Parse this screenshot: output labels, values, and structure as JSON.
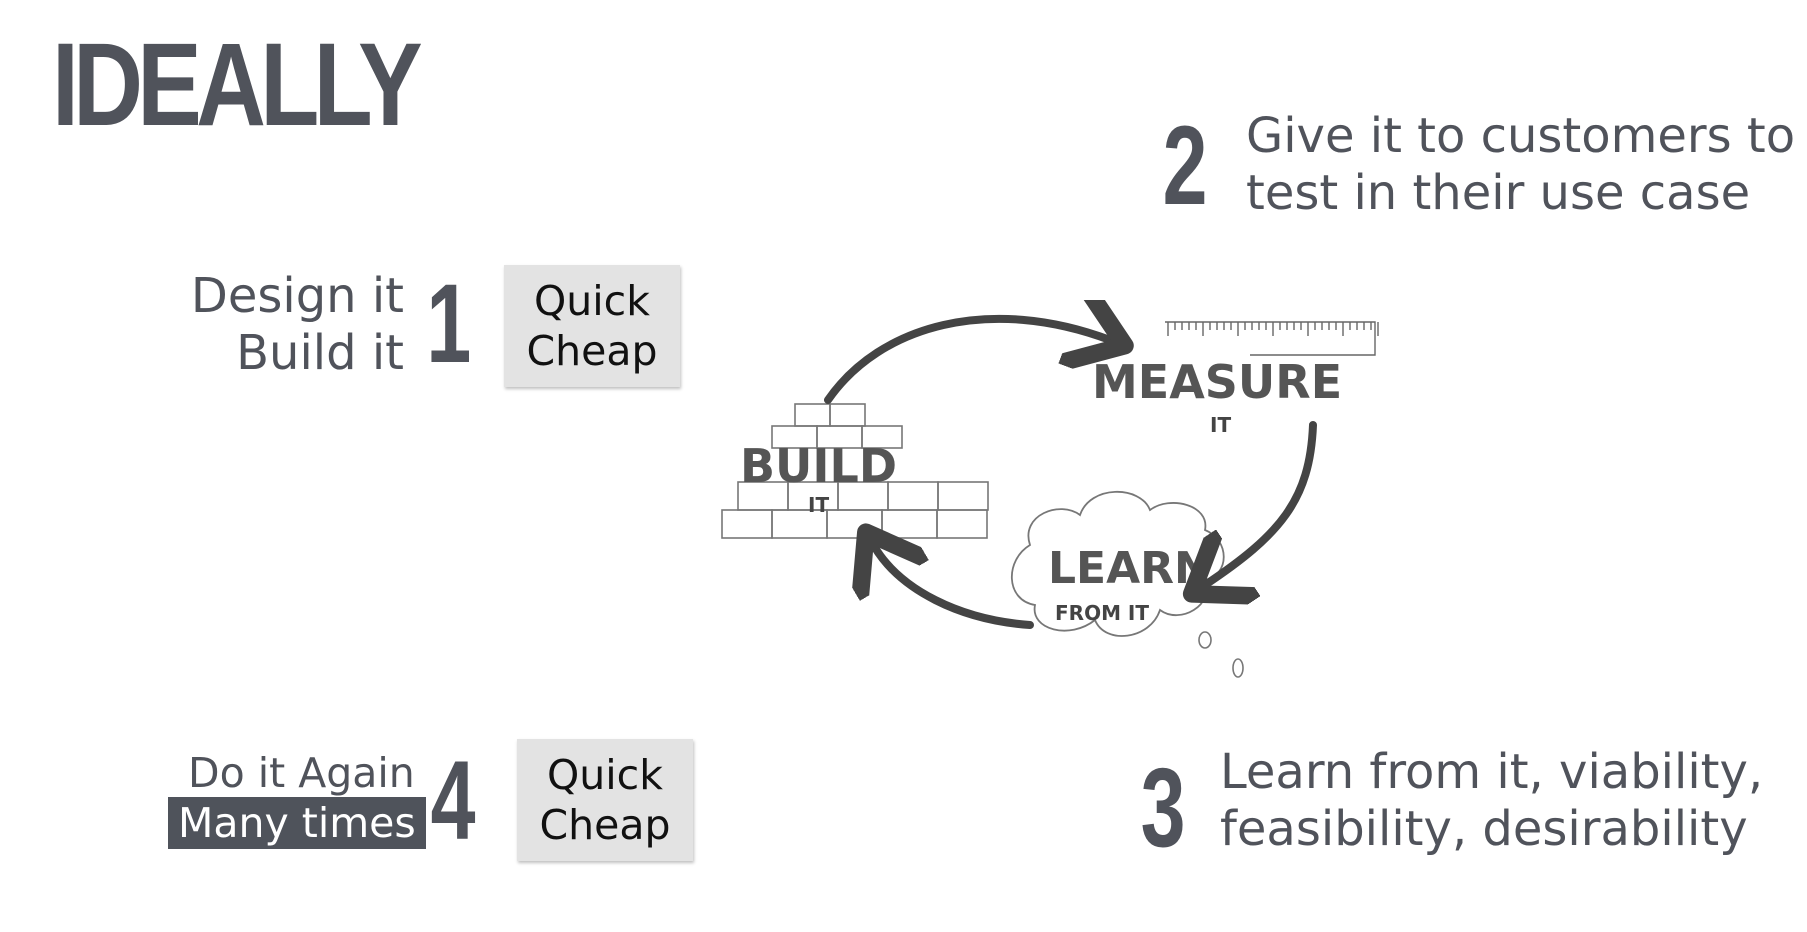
{
  "title": "IDEALLY",
  "step1": {
    "number": "1",
    "lines": [
      "Design it",
      "Build it"
    ],
    "badge": [
      "Quick",
      "Cheap"
    ]
  },
  "step2": {
    "number": "2",
    "lines": [
      "Give it to customers to",
      "test in their use case"
    ]
  },
  "step3": {
    "number": "3",
    "lines": [
      "Learn from it, viability,",
      "feasibility, desirability"
    ]
  },
  "step4": {
    "number": "4",
    "lines": [
      "Do it Again",
      "Many times"
    ],
    "badge": [
      "Quick",
      "Cheap"
    ]
  },
  "cycle": {
    "build": "BUILD",
    "build_sub": "IT",
    "measure": "MEASURE",
    "measure_sub": "IT",
    "learn": "LEARN",
    "learn_sub": "FROM IT"
  },
  "colors": {
    "text": "#50535b",
    "badge_bg": "#e3e3e3",
    "banner_bg": "#4f535b",
    "sketch": "#444444"
  }
}
